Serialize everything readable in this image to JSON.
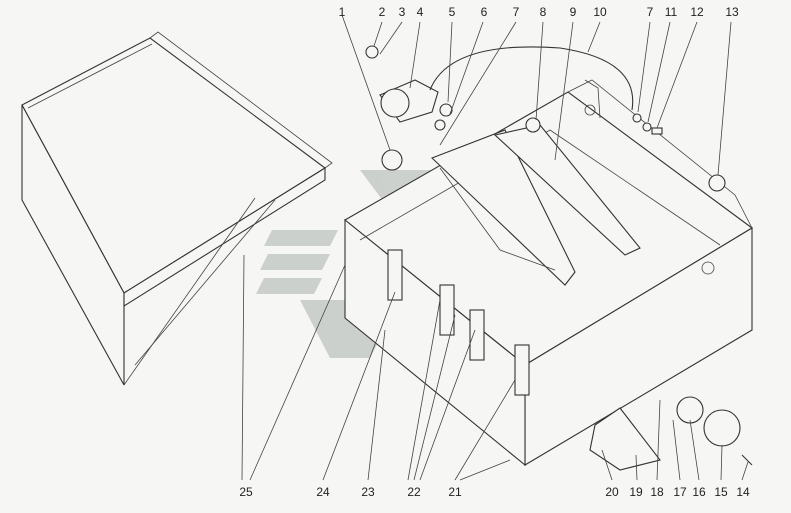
{
  "callouts": [
    "1",
    "2",
    "3",
    "4",
    "5",
    "6",
    "7",
    "8",
    "9",
    "10",
    "7",
    "11",
    "12",
    "13",
    "14",
    "15",
    "16",
    "17",
    "18",
    "19",
    "20",
    "21",
    "22",
    "23",
    "24",
    "25"
  ],
  "colors": {
    "ink": "#333333",
    "paper": "#f6f6f4",
    "watermark": "#9aa4a0"
  }
}
